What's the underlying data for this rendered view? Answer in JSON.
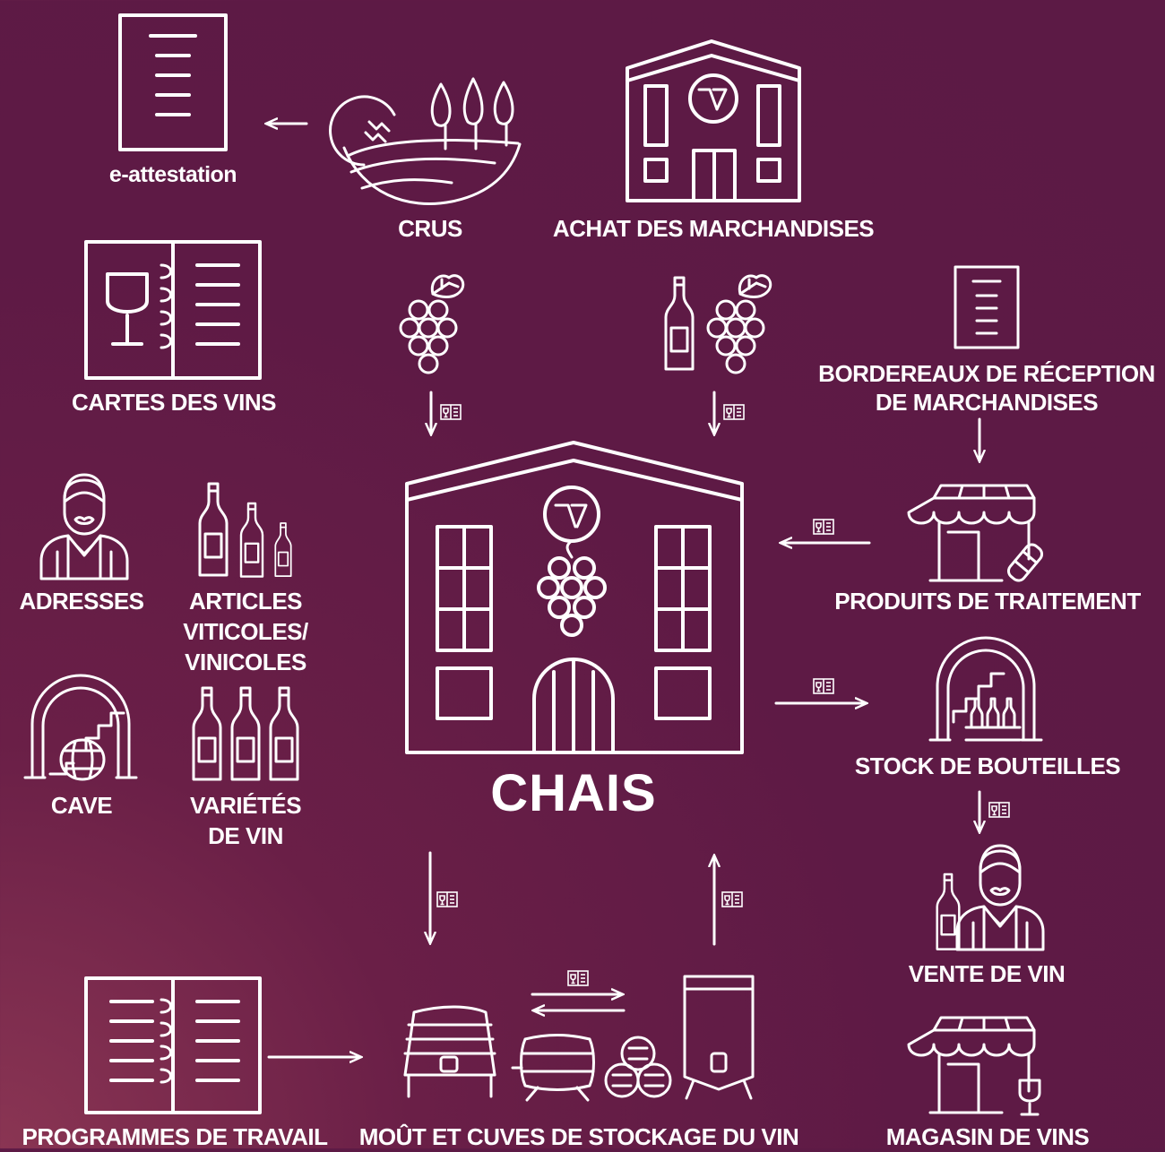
{
  "labels": {
    "e_attestation": "e-attestation",
    "crus": "CRUS",
    "achat": "ACHAT DES MARCHANDISES",
    "cartes": "CARTES DES VINS",
    "bordereaux_1": "BORDEREAUX DE RÉCEPTION",
    "bordereaux_2": "DE MARCHANDISES",
    "adresses": "ADRESSES",
    "articles_1": "ARTICLES",
    "articles_2": "VITICOLES/",
    "articles_3": "VINICOLES",
    "produits": "PRODUITS DE TRAITEMENT",
    "cave": "CAVE",
    "varietes_1": "VARIÉTÉS",
    "varietes_2": "DE VIN",
    "stock": "STOCK DE BOUTEILLES",
    "chais": "CHAIS",
    "vente": "VENTE DE VIN",
    "programmes": "PROGRAMMES DE TRAVAIL",
    "mout": "MOÛT ET CUVES DE STOCKAGE DU VIN",
    "magasin": "MAGASIN DE VINS"
  },
  "icons": [
    "document-icon",
    "vineyard-icon",
    "building-icon",
    "wine-list-icon",
    "grapes-icon",
    "bottle-grapes-icon",
    "worker-icon",
    "bottles-icon",
    "shop-icon",
    "cellar-icon",
    "stock-icon",
    "chateau-icon",
    "barrels-tanks-icon",
    "program-book-icon",
    "shop-wine-icon"
  ],
  "colors": {
    "background": "#5c1a45",
    "foreground": "#ffffff"
  }
}
